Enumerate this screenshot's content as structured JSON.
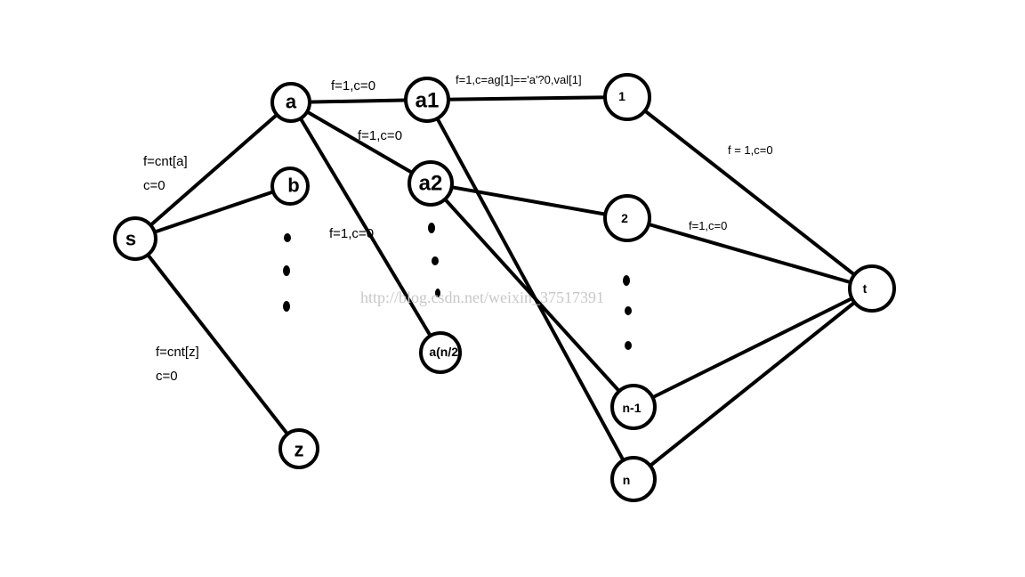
{
  "nodes": {
    "s": "s",
    "a": "a",
    "b": "b",
    "z": "z",
    "a1": "a1",
    "a2": "a2",
    "a_half": "a(n/2)",
    "n1": "1",
    "n2": "2",
    "n_minus_1": "n-1",
    "n": "n",
    "t": "t"
  },
  "edge_labels": {
    "s_a_f": "f=cnt[a]",
    "s_a_c": "c=0",
    "s_z_f": "f=cnt[z]",
    "s_z_c": "c=0",
    "a_a1": "f=1,c=0",
    "a_a2": "f=1,c=0",
    "a_ahalf": "f=1,c=0",
    "a1_1": "f=1,c=ag[1]=='a'?0,val[1]",
    "one_t": "f = 1,c=0",
    "two_t": "f=1,c=0"
  },
  "watermark": "http://blog.csdn.net/weixin_37517391"
}
